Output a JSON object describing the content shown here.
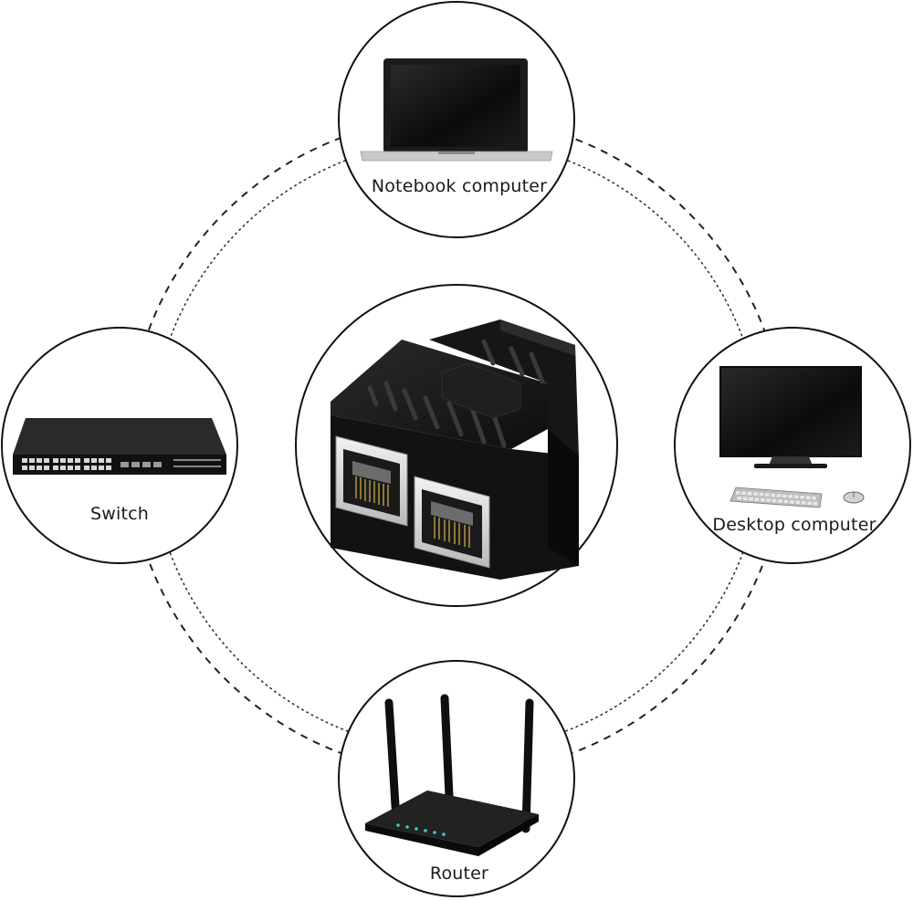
{
  "diagram": {
    "center": {
      "device": "rj45-splitter-adapter"
    },
    "nodes": {
      "top": {
        "label": "Notebook computer",
        "device": "laptop"
      },
      "left": {
        "label": "Switch",
        "device": "network-switch"
      },
      "right": {
        "label": "Desktop computer",
        "device": "desktop-computer"
      },
      "bottom": {
        "label": "Router",
        "device": "wifi-router"
      }
    },
    "connections": {
      "style": "dashed-and-dotted-rings"
    },
    "colors": {
      "outline": "#111111",
      "device": "#141414",
      "background": "#ffffff"
    }
  }
}
